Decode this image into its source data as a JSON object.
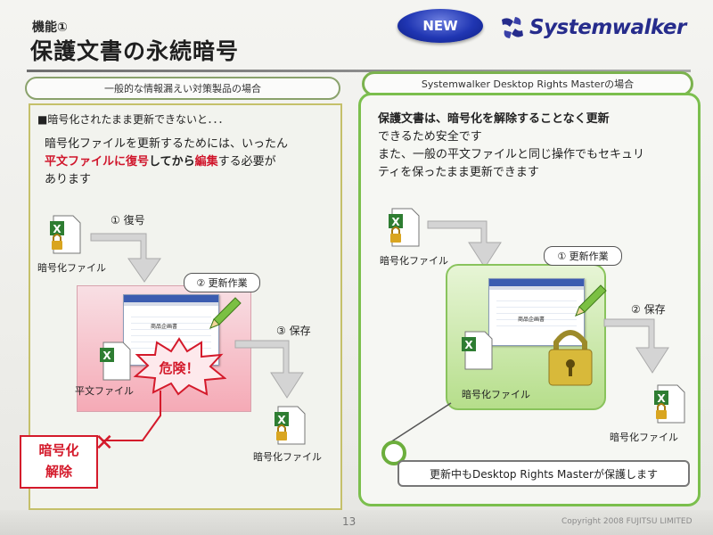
{
  "header": {
    "kicker": "機能①",
    "title": "保護文書の永続暗号",
    "badge": "NEW",
    "logo_text": "Systemwalker"
  },
  "left": {
    "heading": "一般的な情報漏えい対策製品の場合",
    "intro": "■暗号化されたまま更新できないと．．．",
    "body_line1": "暗号化ファイルを更新するためには、いったん",
    "body_red1": "平文ファイルに",
    "body_red2": "復号",
    "body_mid": "してから",
    "body_red3": "編集",
    "body_tail": "する必要が",
    "body_line3": "あります",
    "step1": "① 復号",
    "step2": "② 更新作業",
    "step3": "③ 保存",
    "file_encrypted": "暗号化ファイル",
    "file_plain": "平文ファイル",
    "file_encrypted2": "暗号化ファイル",
    "danger": "危険！",
    "decrypt_box_line1": "暗号化",
    "decrypt_box_line2": "解除",
    "xmark": "✕",
    "sheet_label": "商品企画書"
  },
  "right": {
    "heading": "Systemwalker Desktop Rights Masterの場合",
    "body_bold": "保護文書は、暗号化を解除することなく更新",
    "body_line2": "できるため安全です",
    "body_line3": "また、一般の平文ファイルと同じ操作でもセキュリ",
    "body_line4": "ティを保ったまま更新できます",
    "step1": "① 更新作業",
    "step2": "② 保存",
    "file_encrypted": "暗号化ファイル",
    "file_encrypted_mid": "暗号化ファイル",
    "file_encrypted_out": "暗号化ファイル",
    "sheet_label": "商品企画書",
    "bottom_note": "更新中もDesktop Rights Masterが保護します"
  },
  "footer": {
    "page": "13",
    "copyright": "Copyright 2008 FUJITSU LIMITED"
  },
  "colors": {
    "accent_red": "#d41a2b",
    "accent_green": "#7bbf4d",
    "logo_blue": "#262c8c"
  }
}
